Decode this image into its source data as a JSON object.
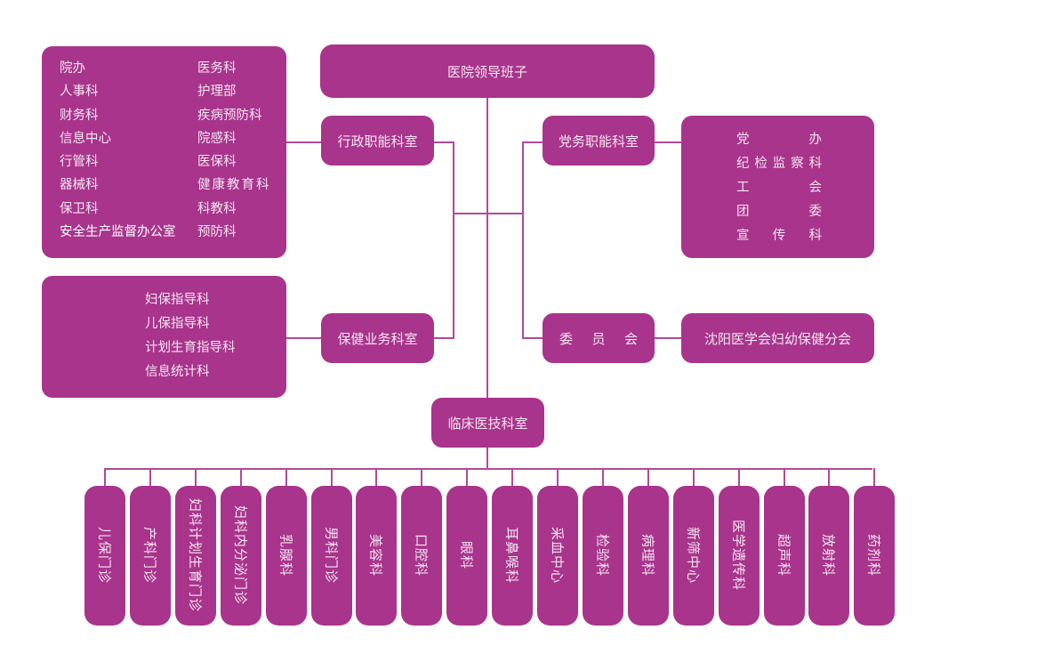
{
  "leadership": "医院领导班子",
  "admin_dept": {
    "label": "行政职能科室",
    "left_items": [
      "院办",
      "人事科",
      "财务科",
      "信息中心",
      "行管科",
      "器械科",
      "保卫科",
      "安全生产监督办公室"
    ],
    "right_items": [
      "医务科",
      "护理部",
      "疾病预防科",
      "院感科",
      "医保科",
      "健康教育科",
      "科教科",
      "预防科"
    ]
  },
  "party_dept": {
    "label": "党务职能科室",
    "items": [
      "党办",
      "纪检监察科",
      "工会",
      "团委",
      "宣传科"
    ]
  },
  "health_dept": {
    "label": "保健业务科室",
    "items": [
      "妇保指导科",
      "儿保指导科",
      "计划生育指导科",
      "信息统计科"
    ]
  },
  "committee": {
    "label": "委员会",
    "items": [
      "沈阳医学会妇幼保健分会"
    ]
  },
  "clinical": {
    "label": "临床医技科室",
    "items": [
      "儿保门诊",
      "产科门诊",
      "妇科计划生育门诊",
      "妇科内分泌门诊",
      "乳腺科",
      "男科门诊",
      "美容科",
      "口腔科",
      "眼科",
      "耳鼻喉科",
      "采血中心",
      "检验科",
      "病理科",
      "新筛中心",
      "医学遗传科",
      "超声科",
      "放射科",
      "药剂科"
    ]
  },
  "colors": {
    "box": "#a8348c",
    "line": "#b14a97",
    "text": "#f6e6f1"
  }
}
